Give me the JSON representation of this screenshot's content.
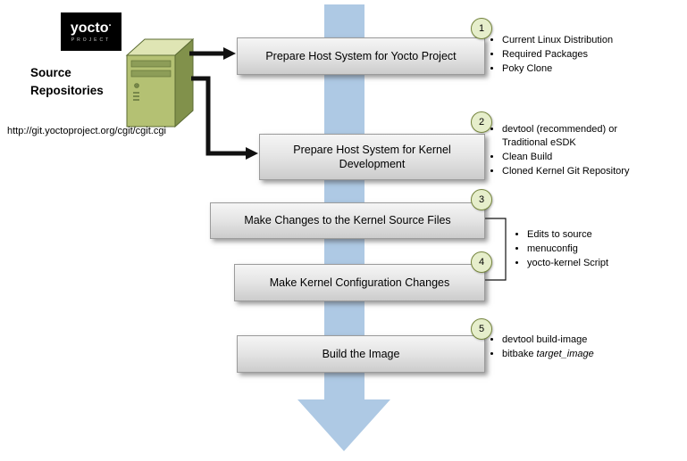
{
  "logo": {
    "brand": "yocto",
    "dot": "·",
    "subtitle": "PROJECT"
  },
  "source": {
    "label": "Source Repositories",
    "url": "http://git.yoctoproject.org/cgit/cgit.cgi"
  },
  "steps": [
    {
      "num": "1",
      "label": "Prepare Host System for Yocto Project",
      "bullets": [
        "Current Linux Distribution",
        "Required Packages",
        "Poky Clone"
      ]
    },
    {
      "num": "2",
      "label": "Prepare Host System for Kernel Development",
      "bullets": [
        "devtool (recommended) or Traditional eSDK",
        "Clean Build",
        "Cloned Kernel Git Repository"
      ]
    },
    {
      "num": "3",
      "label": "Make Changes to the Kernel Source Files",
      "bullets": []
    },
    {
      "num": "4",
      "label": "Make Kernel Configuration Changes",
      "bullets": []
    },
    {
      "num": "5",
      "label": "Build the Image",
      "bullets": [
        "devtool build-image",
        {
          "prefix": "bitbake ",
          "italic": "target_image"
        }
      ]
    }
  ],
  "shared_bullets_steps_3_4": [
    "Edits to source",
    "menuconfig",
    "yocto-kernel Script"
  ],
  "icons": {
    "server_icon": "desktop-tower-computer",
    "workflow_arrow_icon": "large-down-arrow"
  },
  "colors": {
    "workflow_arrow": "#aec9e4",
    "box_border": "#9b9b9b",
    "circle_fill": "#e6eecb",
    "circle_border": "#74843c",
    "logo_bg": "#000000",
    "server_green": "#b4c173"
  }
}
